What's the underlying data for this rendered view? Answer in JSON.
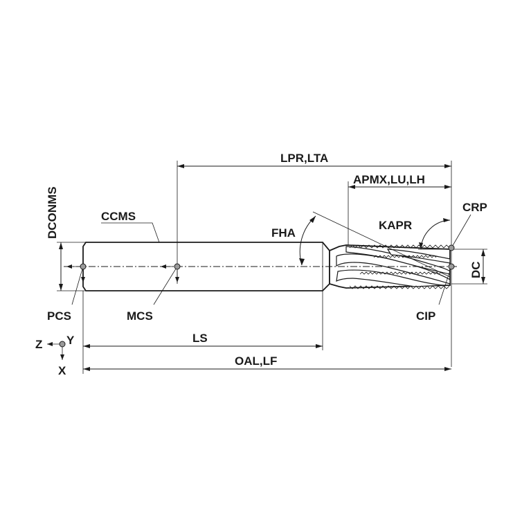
{
  "diagram": {
    "labels": {
      "lpr_lta": "LPR,LTA",
      "apmx_lu_lh": "APMX,LU,LH",
      "dconms": "DCONMS",
      "ccms": "CCMS",
      "fha": "FHA",
      "kapr": "KAPR",
      "crp": "CRP",
      "dc": "DC",
      "pcs": "PCS",
      "mcs": "MCS",
      "cip": "CIP",
      "ls": "LS",
      "oal_lf": "OAL,LF",
      "axis_z": "Z",
      "axis_y": "Y",
      "axis_x": "X"
    }
  }
}
